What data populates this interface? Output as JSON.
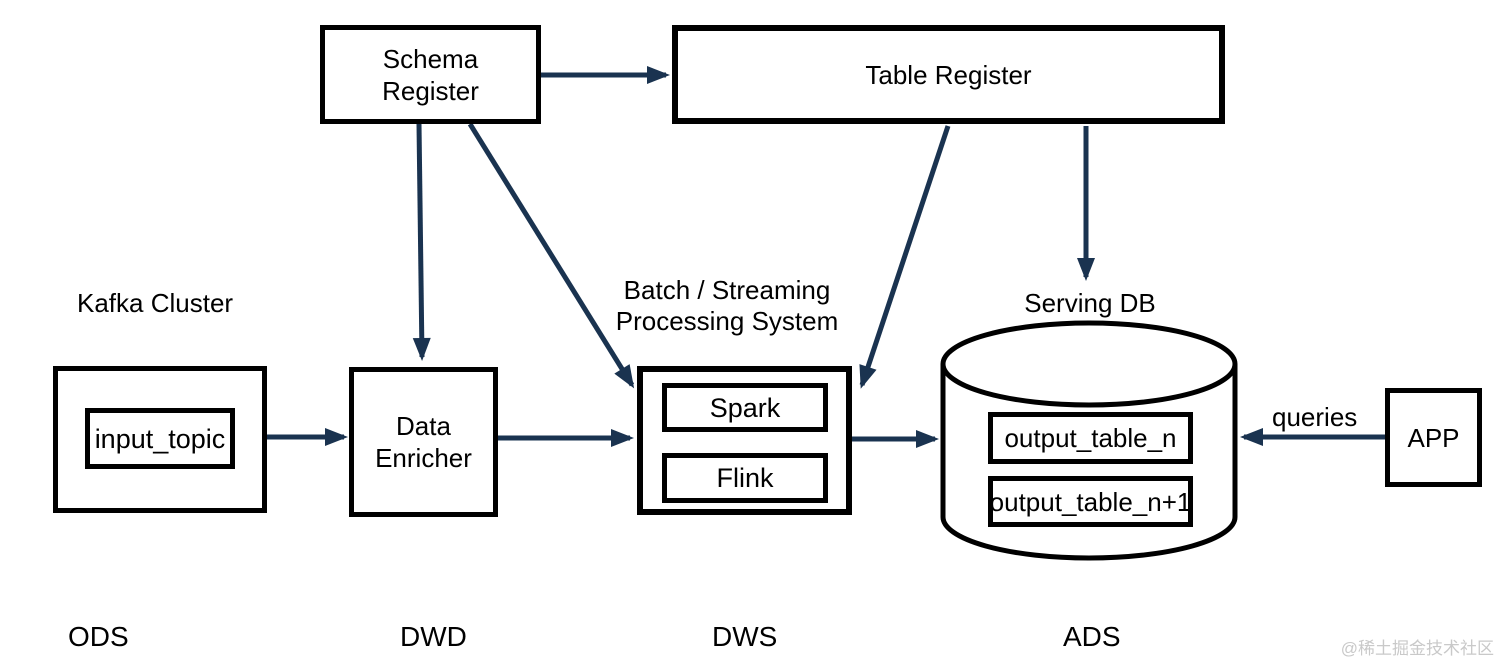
{
  "colors": {
    "arrow": "#1a3350",
    "box_border": "#000000",
    "text": "#000000",
    "watermark_text": "#c9c9c9",
    "background": "#ffffff"
  },
  "nodes": {
    "schema_register": {
      "line1": "Schema",
      "line2": "Register"
    },
    "table_register": {
      "label": "Table Register"
    },
    "kafka_cluster": {
      "title": "Kafka Cluster",
      "topic": "input_topic"
    },
    "data_enricher": {
      "line1": "Data",
      "line2": "Enricher"
    },
    "processing": {
      "title_line1": "Batch / Streaming",
      "title_line2": "Processing System",
      "engines": [
        "Spark",
        "Flink"
      ]
    },
    "serving_db": {
      "title": "Serving DB",
      "tables": [
        "output_table_n",
        "output_table_n+1"
      ]
    },
    "app": {
      "label": "APP"
    }
  },
  "edges": {
    "queries_label": "queries"
  },
  "stages": [
    "ODS",
    "DWD",
    "DWS",
    "ADS"
  ],
  "watermark": "@稀土掘金技术社区"
}
